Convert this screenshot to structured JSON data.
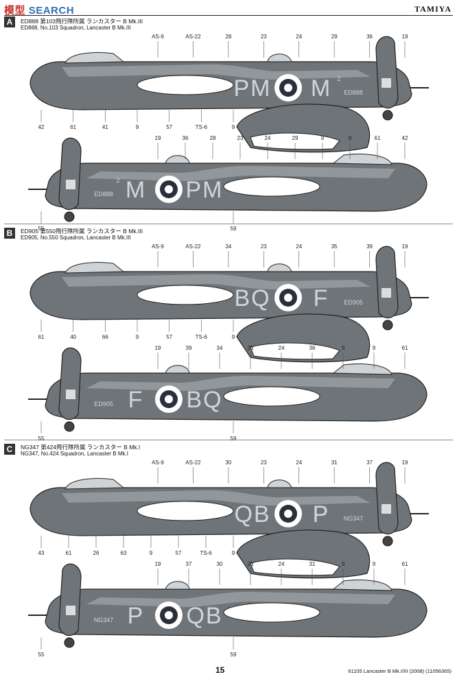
{
  "header": {
    "logo_left": "模型",
    "logo_right": "SEARCH",
    "brand": "TAMIYA"
  },
  "sections": [
    {
      "badge": "A",
      "caption_jp": "ED888 第103飛行隊所属 ランカスター B Mk.III",
      "caption_en": "ED888, No.103 Squadron, Lancaster B Mk.III",
      "code_left": "PM",
      "code_right": "M",
      "code_super": "2",
      "serial": "ED888",
      "top_callouts": [
        "AS-9",
        "AS-22",
        "28",
        "23",
        "24",
        "29",
        "36",
        "19"
      ],
      "bottom_callouts": [
        "42",
        "61",
        "41",
        "9",
        "57",
        "TS-6",
        "9"
      ],
      "alt_top_callouts": [
        "19",
        "36",
        "28",
        "23",
        "24",
        "29",
        "9",
        "9",
        "61",
        "42"
      ],
      "alt_bottom_callouts": [
        "55",
        "59"
      ]
    },
    {
      "badge": "B",
      "caption_jp": "ED905 第550飛行隊所属 ランカスター B Mk.III",
      "caption_en": "ED905, No.550 Squadron, Lancaster B Mk.III",
      "code_left": "BQ",
      "code_right": "F",
      "code_super": "",
      "serial": "ED905",
      "top_callouts": [
        "AS-9",
        "AS-22",
        "34",
        "23",
        "24",
        "35",
        "39",
        "19"
      ],
      "bottom_callouts": [
        "61",
        "40",
        "66",
        "9",
        "57",
        "TS-6",
        "9"
      ],
      "alt_top_callouts": [
        "19",
        "39",
        "34",
        "23",
        "24",
        "36",
        "9",
        "9",
        "61"
      ],
      "alt_bottom_callouts": [
        "55",
        "59"
      ]
    },
    {
      "badge": "C",
      "caption_jp": "NG347 第424飛行隊所属 ランカスター B Mk.I",
      "caption_en": "NG347, No.424 Squadron, Lancaster B Mk.I",
      "code_left": "QB",
      "code_right": "P",
      "code_super": "",
      "serial": "NG347",
      "top_callouts": [
        "AS-9",
        "AS-22",
        "30",
        "23",
        "24",
        "31",
        "37",
        "19"
      ],
      "bottom_callouts": [
        "43",
        "61",
        "26",
        "63",
        "9",
        "57",
        "TS-6",
        "9"
      ],
      "alt_top_callouts": [
        "19",
        "37",
        "30",
        "23",
        "24",
        "31",
        "9",
        "9",
        "61"
      ],
      "alt_bottom_callouts": [
        "55",
        "59"
      ]
    }
  ],
  "footer": {
    "page_number": "15",
    "product_code": "61105 Lancaster B Mk.I/III (2008) (11056365)"
  },
  "colors": {
    "camo_dark": "#6e7478",
    "camo_light": "#9aa0a2",
    "roundel_blue": "#2a2f3a",
    "logo_blue": "#2d6fb8"
  }
}
